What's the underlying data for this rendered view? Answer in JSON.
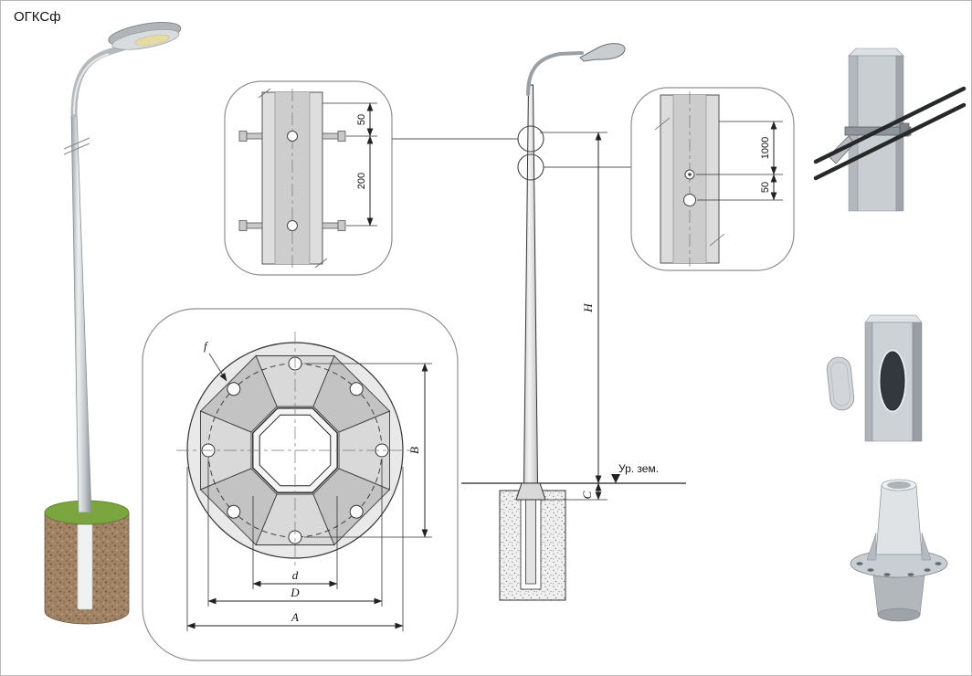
{
  "title": "ОГКСф",
  "joint_detail": {
    "dim_top": "50",
    "dim_span": "200"
  },
  "flange_detail": {
    "f": "f",
    "B": "B",
    "d": "d",
    "D": "D",
    "A": "A"
  },
  "elevation": {
    "H": "H",
    "C": "C",
    "ground_label": "Ур. зем."
  },
  "hole_detail": {
    "dim_top": "1000",
    "dim_gap": "50"
  },
  "palette": {
    "paper": "#ffffff",
    "line": "#333333",
    "steel_light": "#d9d9d9",
    "steel_mid": "#c3c3c3",
    "soil": "#a08264",
    "grass": "#7aa53f"
  }
}
